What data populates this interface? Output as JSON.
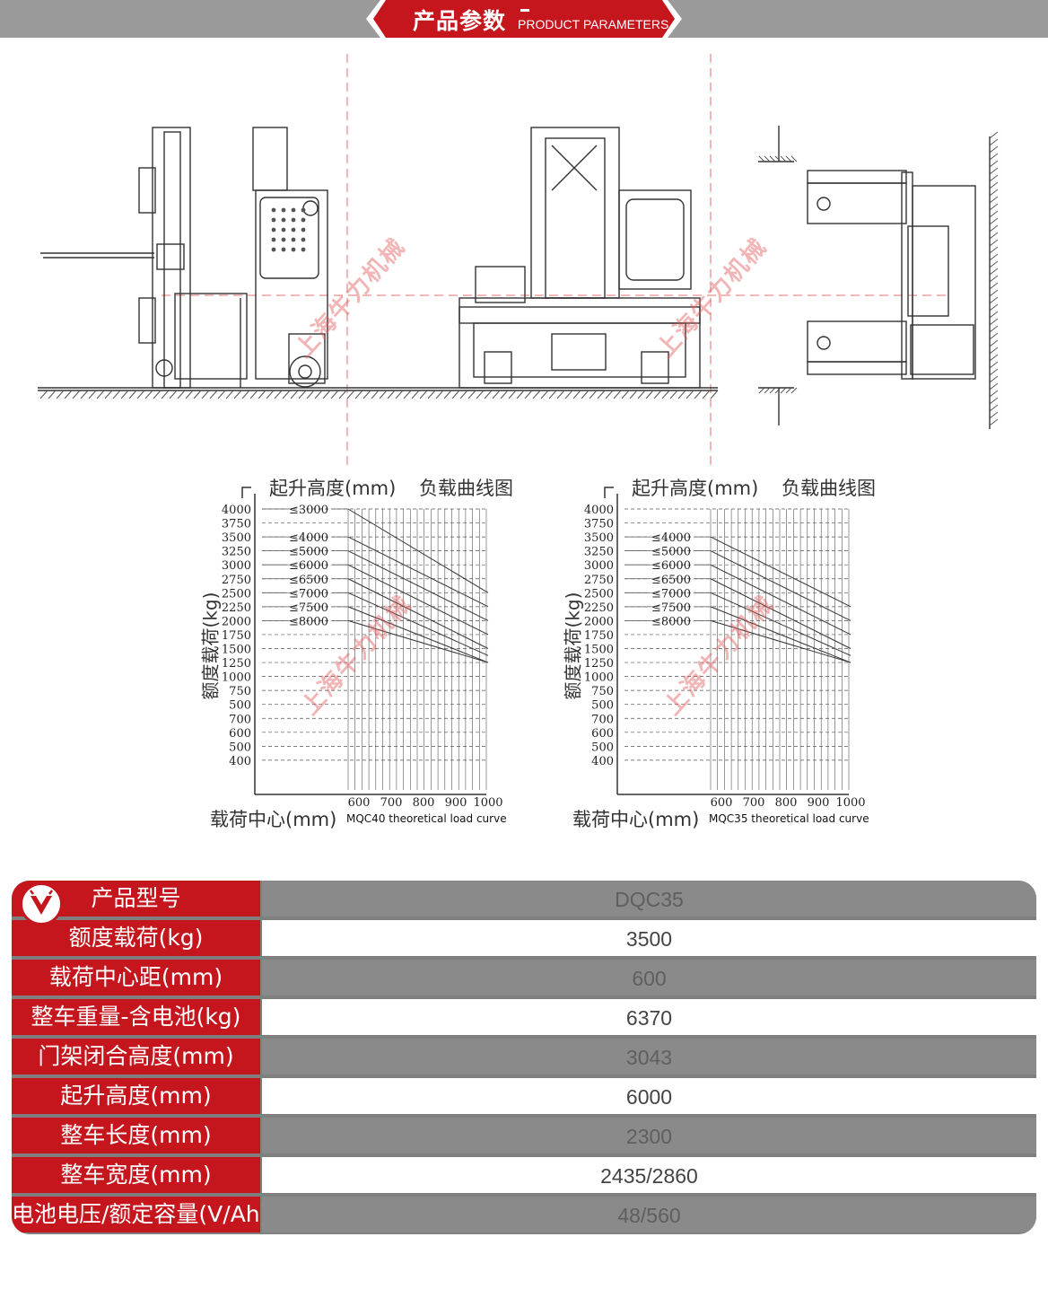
{
  "header": {
    "title": "产品参数",
    "subtitle": "PRODUCT PARAMETERS"
  },
  "watermark": "上海牛力机械",
  "charts": [
    {
      "y_title": "起升高度(mm)",
      "title": "负载曲线图",
      "y_axis_label": "额度载荷(kg)",
      "x_axis_label": "载荷中心(mm)",
      "caption": "MQC40 theoretical load curve"
    },
    {
      "y_title": "起升高度(mm)",
      "title": "负载曲线图",
      "y_axis_label": "额度载荷(kg)",
      "x_axis_label": "载荷中心(mm)",
      "caption": "MQC35 theoretical load curve"
    }
  ],
  "chart_data": [
    {
      "type": "line",
      "caption": "MQC40 theoretical load curve",
      "xlabel": "载荷中心(mm)",
      "ylabel": "额度载荷(kg)",
      "x_ticks": [
        "600",
        "700",
        "800",
        "900",
        "1000"
      ],
      "y_ticks": [
        "4000",
        "3750",
        "3500",
        "3250",
        "3000",
        "2750",
        "2500",
        "2250",
        "2000",
        "1750",
        "1500",
        "1250",
        "1000",
        "750",
        "500",
        "700",
        "600",
        "500",
        "400"
      ],
      "series": [
        {
          "name": "≤3000",
          "x": [
            600,
            1000
          ],
          "y": [
            4000,
            2500
          ]
        },
        {
          "name": "≤4000",
          "x": [
            600,
            1000
          ],
          "y": [
            3500,
            2250
          ]
        },
        {
          "name": "≤5000",
          "x": [
            600,
            1000
          ],
          "y": [
            3250,
            2000
          ]
        },
        {
          "name": "≤6000",
          "x": [
            600,
            1000
          ],
          "y": [
            3000,
            1750
          ]
        },
        {
          "name": "≤6500",
          "x": [
            600,
            1000
          ],
          "y": [
            2750,
            1500
          ]
        },
        {
          "name": "≤7000",
          "x": [
            600,
            1000
          ],
          "y": [
            2500,
            1375
          ]
        },
        {
          "name": "≤7500",
          "x": [
            600,
            1000
          ],
          "y": [
            2250,
            1250
          ]
        },
        {
          "name": "≤8000",
          "x": [
            600,
            1000
          ],
          "y": [
            2000,
            1250
          ]
        }
      ]
    },
    {
      "type": "line",
      "caption": "MQC35 theoretical load curve",
      "xlabel": "载荷中心(mm)",
      "ylabel": "额度载荷(kg)",
      "x_ticks": [
        "600",
        "700",
        "800",
        "900",
        "1000"
      ],
      "y_ticks": [
        "4000",
        "3750",
        "3500",
        "3250",
        "3000",
        "2750",
        "2500",
        "2250",
        "2000",
        "1750",
        "1500",
        "1250",
        "1000",
        "750",
        "500",
        "700",
        "600",
        "500",
        "400"
      ],
      "series": [
        {
          "name": "≤4000",
          "x": [
            600,
            1000
          ],
          "y": [
            3500,
            2250
          ]
        },
        {
          "name": "≤5000",
          "x": [
            600,
            1000
          ],
          "y": [
            3250,
            2000
          ]
        },
        {
          "name": "≤6000",
          "x": [
            600,
            1000
          ],
          "y": [
            3000,
            1750
          ]
        },
        {
          "name": "≤6500",
          "x": [
            600,
            1000
          ],
          "y": [
            2750,
            1500
          ]
        },
        {
          "name": "≤7000",
          "x": [
            600,
            1000
          ],
          "y": [
            2500,
            1375
          ]
        },
        {
          "name": "≤7500",
          "x": [
            600,
            1000
          ],
          "y": [
            2250,
            1250
          ]
        },
        {
          "name": "≤8000",
          "x": [
            600,
            1000
          ],
          "y": [
            2000,
            1250
          ]
        }
      ]
    }
  ],
  "spec": {
    "rows": [
      {
        "label": "产品型号",
        "value": "DQC35"
      },
      {
        "label": "额度载荷(kg)",
        "value": "3500"
      },
      {
        "label": "载荷中心距(mm)",
        "value": "600"
      },
      {
        "label": "整车重量-含电池(kg)",
        "value": "6370"
      },
      {
        "label": "门架闭合高度(mm)",
        "value": "3043"
      },
      {
        "label": "起升高度(mm)",
        "value": "6000"
      },
      {
        "label": "整车长度(mm)",
        "value": "2300"
      },
      {
        "label": "整车宽度(mm)",
        "value": "2435/2860"
      },
      {
        "label": "电池电压/额定容量(V/Ah)",
        "value": "48/560"
      }
    ]
  },
  "colors": {
    "brand_red": "#c5161d",
    "header_gray": "#999999",
    "table_gray": "#8a8a8a"
  }
}
